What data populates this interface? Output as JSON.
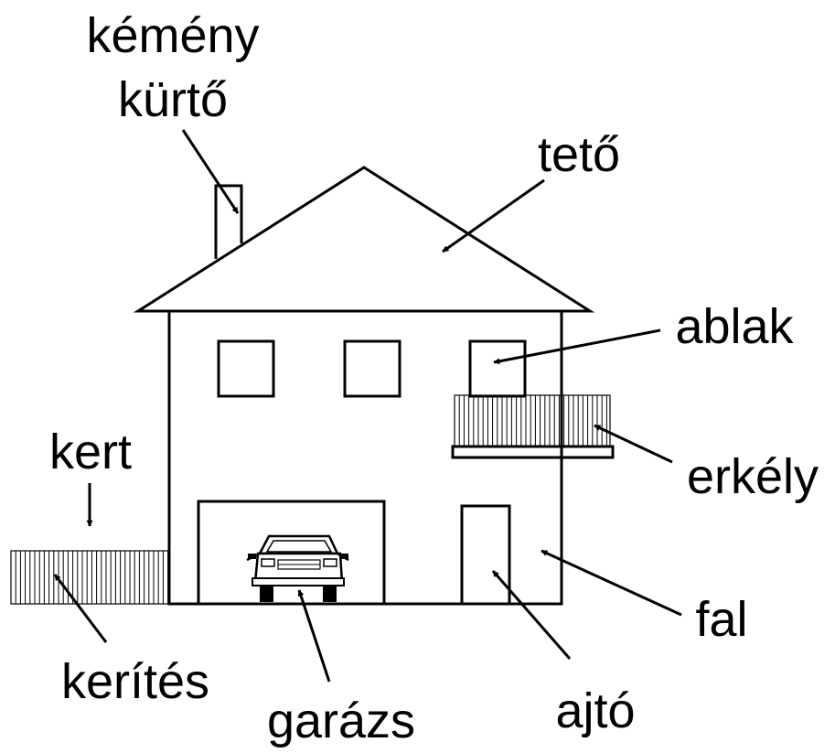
{
  "labels": {
    "chimney_line1": "kémény",
    "chimney_line2": "kürtő",
    "roof": "tető",
    "window": "ablak",
    "balcony": "erkély",
    "garden": "kert",
    "wall": "fal",
    "fence": "kerítés",
    "garage": "garázs",
    "door": "ajtó"
  },
  "colors": {
    "ink": "#000000",
    "background": "#ffffff"
  }
}
